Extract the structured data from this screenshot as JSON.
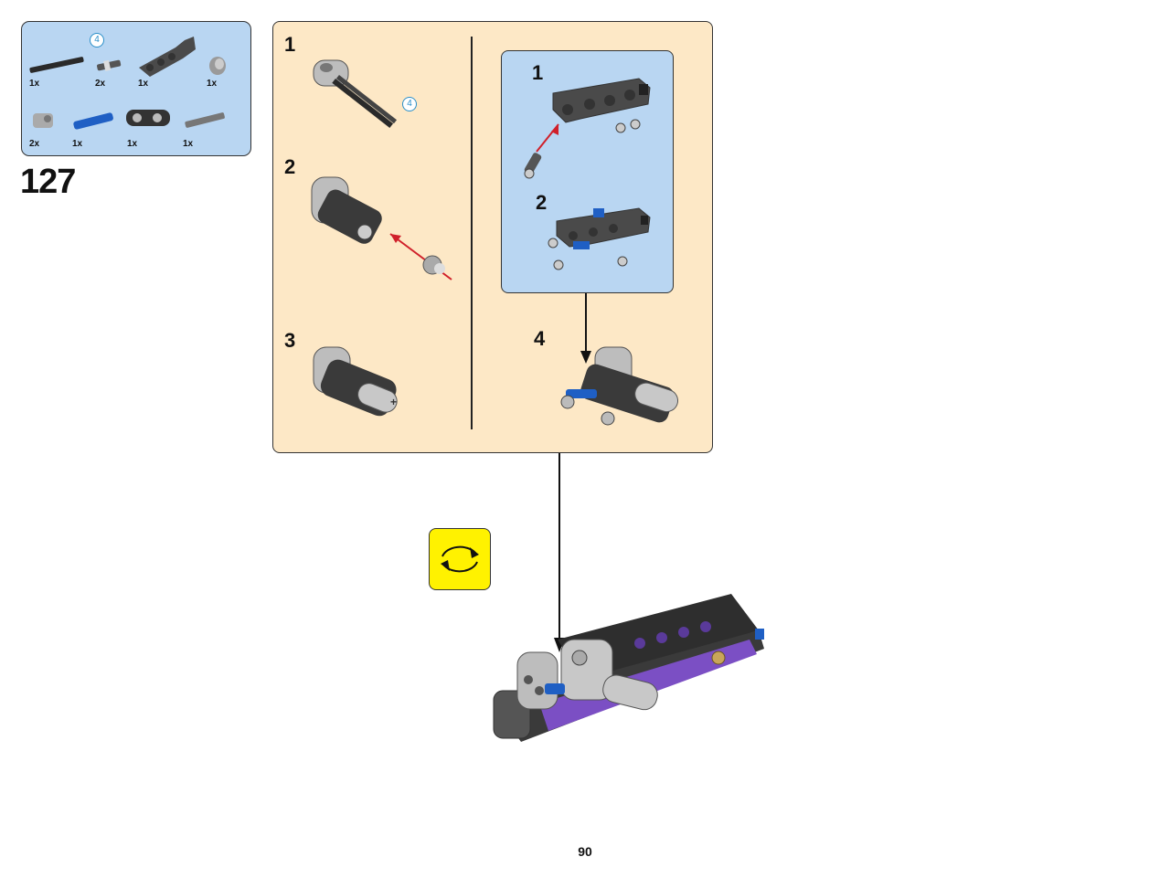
{
  "parts_list": {
    "callout": "4",
    "row1": [
      "1x",
      "2x",
      "1x",
      "1x"
    ],
    "row2": [
      "2x",
      "1x",
      "1x",
      "1x"
    ]
  },
  "step_number": "127",
  "subassembly": {
    "left_steps": [
      "1",
      "2",
      "3"
    ],
    "left_callout": "4",
    "inner_steps": [
      "1",
      "2"
    ],
    "right_step": "4"
  },
  "page_number": "90",
  "colors": {
    "parts_bg": "#b9d6f2",
    "sub_panel_bg": "#fde8c6",
    "rotate_bg": "#fff200",
    "arrow_red": "#d0202a",
    "callout_blue": "#2a8fc9",
    "purple": "#7b4fc4",
    "technic_blue": "#1f5fc4"
  },
  "icons": [
    "rotate-model-icon"
  ]
}
